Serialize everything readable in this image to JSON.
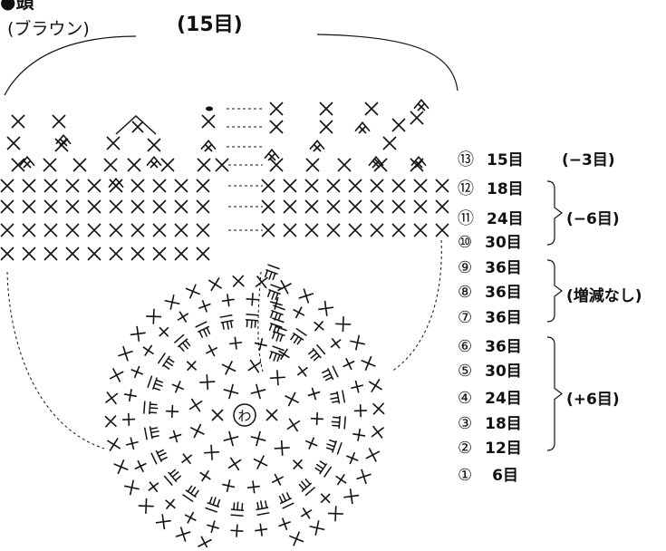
{
  "header": {
    "title": "●頭",
    "color_label": "(ブラウン)",
    "top_count": "(15目)"
  },
  "center_symbol": "わ",
  "rounds": [
    {
      "num": "⑬",
      "count": "15目"
    },
    {
      "num": "⑫",
      "count": "18目"
    },
    {
      "num": "⑪",
      "count": "24目"
    },
    {
      "num": "⑩",
      "count": "30目"
    },
    {
      "num": "⑨",
      "count": "36目"
    },
    {
      "num": "⑧",
      "count": "36目"
    },
    {
      "num": "⑦",
      "count": "36目"
    },
    {
      "num": "⑥",
      "count": "36目"
    },
    {
      "num": "⑤",
      "count": "30目"
    },
    {
      "num": "④",
      "count": "24目"
    },
    {
      "num": "③",
      "count": "18目"
    },
    {
      "num": "②",
      "count": "12目"
    },
    {
      "num": "①",
      "count": "6目"
    }
  ],
  "groups": {
    "r13": "(−3目)",
    "r10_12": "(−6目)",
    "r7_9": "(増減なし)",
    "r2_6": "(+6目)"
  },
  "colors": {
    "ink": "#111111",
    "background": "#ffffff"
  }
}
